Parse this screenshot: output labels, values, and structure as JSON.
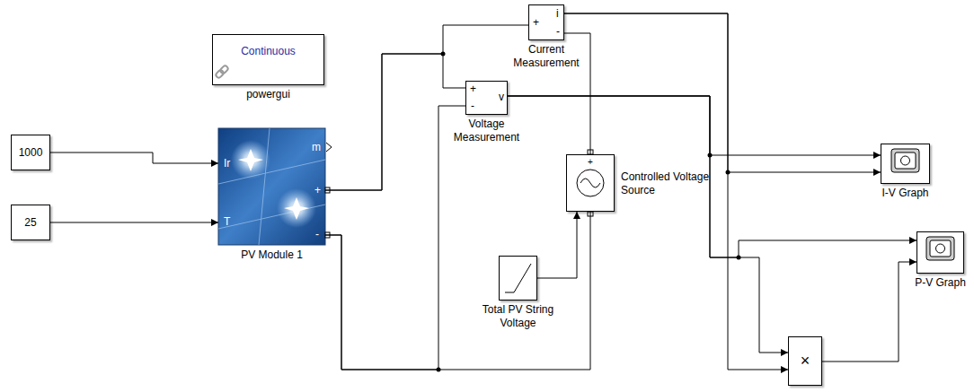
{
  "diagram": {
    "nodes": [
      {
        "text": [
          "1000"
        ]
      },
      {
        "text": [
          "25"
        ]
      },
      {
        "text": [
          "Continuous",
          "powergui"
        ]
      },
      {
        "text": [
          "Ir",
          "T",
          "m",
          "+",
          "-",
          "PV Module 1"
        ]
      },
      {
        "text": [
          "+",
          "i",
          "-",
          "Current Measurement"
        ]
      },
      {
        "text": [
          "+",
          "-",
          "v",
          "Voltage Measurement"
        ]
      },
      {
        "text": [
          "+",
          "Controlled Voltage Source"
        ]
      },
      {
        "text": [
          "Total PV String Voltage"
        ]
      },
      {
        "text": [
          "I-V Graph"
        ]
      },
      {
        "text": [
          "P-V Graph"
        ]
      },
      {
        "text": [
          "×"
        ]
      }
    ],
    "edges": [
      {
        "from": 0,
        "to": 3,
        "arrow": "to"
      },
      {
        "from": 1,
        "to": 3,
        "arrow": "to"
      },
      {
        "from": 3,
        "to": 4,
        "arrow": "none"
      },
      {
        "from": 3,
        "to": 5,
        "arrow": "none"
      },
      {
        "from": 4,
        "to": 6,
        "arrow": "none"
      },
      {
        "from": 3,
        "to": 6,
        "arrow": "none"
      },
      {
        "from": 3,
        "to": 5,
        "arrow": "none"
      },
      {
        "from": 7,
        "to": 6,
        "arrow": "to"
      },
      {
        "from": 5,
        "to": 8,
        "arrow": "to"
      },
      {
        "from": 4,
        "to": 8,
        "arrow": "to"
      },
      {
        "from": 5,
        "to": 9,
        "arrow": "to"
      },
      {
        "from": 5,
        "to": 10,
        "arrow": "to"
      },
      {
        "from": 4,
        "to": 10,
        "arrow": "to"
      },
      {
        "from": 10,
        "to": 9,
        "arrow": "to"
      }
    ]
  }
}
